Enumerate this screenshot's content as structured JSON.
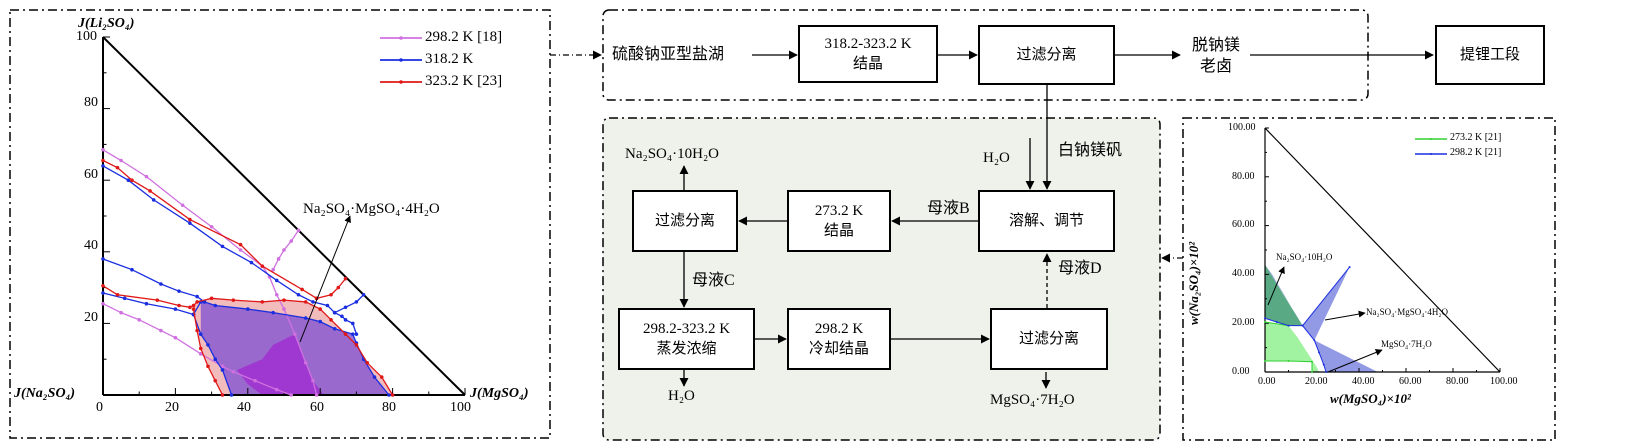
{
  "flowchart": {
    "source": "硫酸钠亚型盐湖",
    "box_crystallize_hot": {
      "line1": "318.2-323.2 K",
      "line2": "结晶"
    },
    "box_filter_top": "过滤分离",
    "brine_out": {
      "line1": "脱钠镁",
      "line2": "老卤"
    },
    "box_lithium": "提锂工段",
    "h2o_in": "H₂O",
    "astrakanite": "白钠镁矾",
    "mother_liquor_b": "母液B",
    "box_dissolve": "溶解、调节",
    "box_crystallize_cold": {
      "line1": "273.2 K",
      "line2": "结晶"
    },
    "box_filter_left": "过滤分离",
    "product_mirabilite": "Na₂SO₄·10H₂O",
    "mother_liquor_c": "母液C",
    "box_evaporate": {
      "line1": "298.2-323.2 K",
      "line2": "蒸发浓缩"
    },
    "h2o_out": "H₂O",
    "box_cool": {
      "line1": "298.2 K",
      "line2": "冷却结晶"
    },
    "box_filter_bottom": "过滤分离",
    "mother_liquor_d": "母液D",
    "product_epsomite": "MgSO₄·7H₂O"
  },
  "chart_data": [
    {
      "type": "line",
      "title": "",
      "xlabel": "J(MgSO₄)",
      "ylabel": "J(Li₂SO₄)",
      "origin_label": "J(Na₂SO₄)",
      "xlim": [
        0,
        100
      ],
      "ylim": [
        0,
        100
      ],
      "xticks": [
        "0",
        "20",
        "40",
        "60",
        "80",
        "100"
      ],
      "yticks": [
        "0",
        "20",
        "40",
        "60",
        "80",
        "100"
      ],
      "legend_position": "top-right",
      "annotation": "Na₂SO₄·MgSO₄·4H₂O",
      "series": [
        {
          "name": "298.2 K [18]",
          "color": "#d070e0",
          "branches": [
            [
              [
                0,
                68.5
              ],
              [
                5,
                65.5
              ],
              [
                12,
                61
              ],
              [
                22,
                53
              ],
              [
                30,
                47
              ],
              [
                38,
                40.5
              ],
              [
                44,
                36
              ],
              [
                46,
                33
              ],
              [
                48,
                28
              ],
              [
                50,
                24
              ],
              [
                53,
                17
              ],
              [
                56,
                9
              ],
              [
                58,
                4
              ],
              [
                59,
                0
              ]
            ],
            [
              [
                47,
                35
              ],
              [
                48.5,
                38
              ],
              [
                50,
                40.5
              ],
              [
                52,
                43
              ],
              [
                54,
                46
              ]
            ],
            [
              [
                0,
                25.5
              ],
              [
                5,
                23
              ],
              [
                10,
                21
              ],
              [
                16,
                18
              ],
              [
                20,
                16
              ],
              [
                27,
                11.5
              ],
              [
                33,
                8
              ],
              [
                36,
                6.5
              ],
              [
                42,
                4
              ],
              [
                48,
                1.5
              ],
              [
                52,
                0
              ]
            ]
          ]
        },
        {
          "name": "318.2 K",
          "color": "#1a2ee0",
          "branches": [
            [
              [
                0,
                64
              ],
              [
                7,
                60
              ],
              [
                14,
                54.5
              ],
              [
                24,
                48
              ],
              [
                33,
                41.5
              ],
              [
                41,
                37
              ],
              [
                48,
                32
              ],
              [
                54,
                28
              ],
              [
                58,
                26
              ],
              [
                62,
                25
              ],
              [
                64,
                23
              ]
            ],
            [
              [
                0,
                38
              ],
              [
                8,
                35
              ],
              [
                16,
                31
              ],
              [
                21,
                29
              ],
              [
                26,
                27.5
              ],
              [
                28,
                26
              ]
            ],
            [
              [
                0,
                28.5
              ],
              [
                6,
                27
              ],
              [
                12,
                25.5
              ],
              [
                20,
                24
              ],
              [
                25,
                22.5
              ]
            ],
            [
              [
                25,
                22.5
              ],
              [
                27,
                26
              ],
              [
                28,
                26
              ],
              [
                31,
                25
              ],
              [
                40,
                24
              ],
              [
                47,
                23
              ],
              [
                56,
                21.5
              ],
              [
                60,
                20.5
              ],
              [
                64,
                18.5
              ],
              [
                69,
                17
              ],
              [
                70,
                14.5
              ],
              [
                72,
                10
              ],
              [
                75,
                5
              ],
              [
                79,
                0
              ]
            ],
            [
              [
                25,
                22.5
              ],
              [
                27,
                17
              ],
              [
                29,
                14
              ],
              [
                31,
                10
              ],
              [
                33,
                7
              ],
              [
                35.5,
                0
              ]
            ],
            [
              [
                64,
                23
              ],
              [
                66,
                22
              ],
              [
                67,
                21
              ],
              [
                69,
                20
              ],
              [
                70,
                17
              ]
            ],
            [
              [
                64,
                23
              ],
              [
                67,
                24.5
              ],
              [
                70,
                26
              ],
              [
                72,
                28
              ]
            ]
          ]
        },
        {
          "name": "323.2 K [23]",
          "color": "#e01818",
          "branches": [
            [
              [
                0,
                65.5
              ],
              [
                4,
                63.5
              ],
              [
                8,
                60
              ],
              [
                13,
                57
              ],
              [
                24,
                49
              ],
              [
                38,
                42
              ],
              [
                44,
                36
              ],
              [
                55,
                29.5
              ],
              [
                59,
                27
              ]
            ],
            [
              [
                0,
                30.5
              ],
              [
                4,
                28
              ],
              [
                15,
                26.5
              ],
              [
                21,
                25
              ],
              [
                24,
                24.5
              ],
              [
                25,
                25
              ],
              [
                26,
                26
              ],
              [
                30,
                27
              ],
              [
                36,
                26.5
              ],
              [
                44,
                26
              ],
              [
                50,
                26.5
              ],
              [
                56,
                26
              ],
              [
                60,
                24
              ],
              [
                63,
                21
              ],
              [
                67,
                17
              ],
              [
                70,
                14
              ],
              [
                73,
                9
              ],
              [
                77,
                5
              ],
              [
                80,
                0
              ]
            ],
            [
              [
                25,
                24
              ],
              [
                26,
                18
              ],
              [
                27,
                13
              ],
              [
                29,
                8
              ],
              [
                31,
                4
              ],
              [
                33,
                0
              ]
            ],
            [
              [
                59,
                27
              ],
              [
                63,
                28
              ],
              [
                65,
                30
              ],
              [
                67,
                32.5
              ]
            ]
          ]
        }
      ],
      "regions": [
        {
          "name": "323.2 K Na2SO4·MgSO4·4H2O field",
          "color": "#f0b0b0",
          "points": [
            [
              25,
              25
            ],
            [
              26,
              26
            ],
            [
              30,
              27
            ],
            [
              36,
              26.5
            ],
            [
              44,
              26
            ],
            [
              50,
              26.5
            ],
            [
              56,
              26
            ],
            [
              60,
              24
            ],
            [
              63,
              21
            ],
            [
              67,
              17
            ],
            [
              70,
              14
            ],
            [
              73,
              9
            ],
            [
              77,
              5
            ],
            [
              80,
              0
            ],
            [
              33,
              0
            ],
            [
              31,
              4
            ],
            [
              29,
              8
            ],
            [
              27,
              13
            ],
            [
              26,
              18
            ]
          ]
        },
        {
          "name": "318.2 K Na2SO4·MgSO4·4H2O field",
          "color": "#8a5ad0",
          "points": [
            [
              27,
              26
            ],
            [
              28,
              26
            ],
            [
              31,
              25
            ],
            [
              40,
              24
            ],
            [
              47,
              23
            ],
            [
              56,
              21.5
            ],
            [
              60,
              20.5
            ],
            [
              64,
              18.5
            ],
            [
              69,
              17
            ],
            [
              70,
              14.5
            ],
            [
              72,
              10
            ],
            [
              75,
              5
            ],
            [
              79,
              0
            ],
            [
              35.5,
              0
            ],
            [
              33,
              7
            ],
            [
              31,
              10
            ],
            [
              29,
              14
            ],
            [
              27,
              17
            ]
          ]
        },
        {
          "name": "298.2 K Na2SO4·MgSO4·4H2O field",
          "color": "#a030d0",
          "points": [
            [
              37,
              7
            ],
            [
              44,
              10
            ],
            [
              47,
              14
            ],
            [
              53,
              17
            ],
            [
              56,
              9
            ],
            [
              58,
              4
            ],
            [
              61,
              0
            ],
            [
              44,
              0
            ],
            [
              40,
              3
            ]
          ]
        }
      ]
    },
    {
      "type": "line",
      "title": "",
      "xlabel": "w(MgSO₄)×10²",
      "ylabel": "w(Na₂SO₄)×10²",
      "origin_label": "0",
      "xlim": [
        0,
        100
      ],
      "ylim": [
        0,
        100
      ],
      "xticks": [
        "0.00",
        "20.00",
        "40.00",
        "60.00",
        "80.00",
        "100.00"
      ],
      "yticks": [
        "0.00",
        "20.00",
        "40.00",
        "60.00",
        "80.00",
        "100.00"
      ],
      "legend_position": "top-right",
      "annotations": [
        "Na₂SO₄·10H₂O",
        "Na₂SO₄·MgSO₄·4H₂O",
        "MgSO₄·7H₂O"
      ],
      "series": [
        {
          "name": "273.2 K [21]",
          "color": "#30d030",
          "branches": [
            [
              [
                0,
                20.5
              ],
              [
                10,
                19
              ]
            ],
            [
              [
                0,
                4.5
              ],
              [
                10,
                4.5
              ],
              [
                20,
                4.2
              ],
              [
                20,
                0
              ]
            ]
          ]
        },
        {
          "name": "298.2 K [21]",
          "color": "#1a2ee0",
          "branches": [
            [
              [
                0,
                22
              ],
              [
                5,
                20.5
              ],
              [
                10,
                19
              ],
              [
                16,
                19
              ],
              [
                21,
                13
              ],
              [
                23,
                8
              ],
              [
                25,
                3
              ],
              [
                26,
                0
              ]
            ],
            [
              [
                16,
                19
              ],
              [
                36,
                43
              ]
            ]
          ]
        }
      ],
      "regions": [
        {
          "name": "273.2 K field",
          "color": "#90f090",
          "points": [
            [
              0,
              20.5
            ],
            [
              10,
              19
            ],
            [
              14,
              14
            ],
            [
              22,
              2
            ],
            [
              23,
              0
            ],
            [
              20,
              0
            ],
            [
              20,
              4.2
            ],
            [
              0,
              4.5
            ]
          ]
        },
        {
          "name": "298.2 K Na2SO4·10H2O field",
          "color": "#3c9a6e",
          "points": [
            [
              0,
              44
            ],
            [
              16,
              19
            ],
            [
              10,
              19
            ],
            [
              0,
              22
            ]
          ]
        },
        {
          "name": "298.2 K astrakanite field",
          "color": "#8088e0",
          "points": [
            [
              16,
              19
            ],
            [
              36,
              43
            ],
            [
              21,
              13
            ]
          ]
        },
        {
          "name": "298.2 K epsomite field",
          "color": "#8088e0",
          "points": [
            [
              21,
              13
            ],
            [
              48,
              0
            ],
            [
              26,
              0
            ]
          ]
        },
        {
          "name": "298.2 K Na2SO4·10H2O upper",
          "color": "#8088e0",
          "points": [
            [
              0,
              44
            ],
            [
              3,
              40
            ],
            [
              16,
              19
            ],
            [
              13,
              24
            ]
          ]
        }
      ]
    }
  ]
}
